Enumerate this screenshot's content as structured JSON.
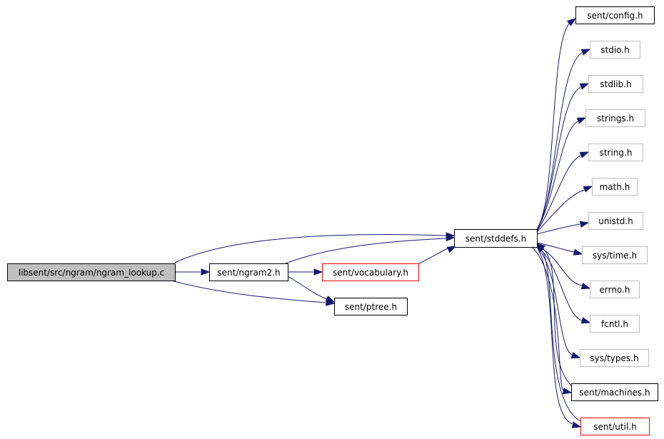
{
  "colors": {
    "edge": "#191970",
    "root_fill": "#bfbfbf",
    "border_documented": "#000000",
    "border_undocumented": "#bfbfbf",
    "border_truncated": "#ff0000"
  },
  "nodes": [
    {
      "id": "root",
      "label": "libsent/src/ngram/ngram_lookup.c",
      "kind": "root"
    },
    {
      "id": "ngram2",
      "label": "sent/ngram2.h",
      "kind": "documented"
    },
    {
      "id": "vocab",
      "label": "sent/vocabulary.h",
      "kind": "truncated"
    },
    {
      "id": "ptree",
      "label": "sent/ptree.h",
      "kind": "documented"
    },
    {
      "id": "stddefs",
      "label": "sent/stddefs.h",
      "kind": "documented"
    },
    {
      "id": "config",
      "label": "sent/config.h",
      "kind": "documented"
    },
    {
      "id": "stdio",
      "label": "stdio.h",
      "kind": "undocumented"
    },
    {
      "id": "stdlib",
      "label": "stdlib.h",
      "kind": "undocumented"
    },
    {
      "id": "strings",
      "label": "strings.h",
      "kind": "undocumented"
    },
    {
      "id": "string",
      "label": "string.h",
      "kind": "undocumented"
    },
    {
      "id": "math",
      "label": "math.h",
      "kind": "undocumented"
    },
    {
      "id": "unistd",
      "label": "unistd.h",
      "kind": "undocumented"
    },
    {
      "id": "systime",
      "label": "sys/time.h",
      "kind": "undocumented"
    },
    {
      "id": "errno",
      "label": "errno.h",
      "kind": "undocumented"
    },
    {
      "id": "fcntl",
      "label": "fcntl.h",
      "kind": "undocumented"
    },
    {
      "id": "systypes",
      "label": "sys/types.h",
      "kind": "undocumented"
    },
    {
      "id": "machines",
      "label": "sent/machines.h",
      "kind": "documented"
    },
    {
      "id": "util",
      "label": "sent/util.h",
      "kind": "truncated"
    }
  ],
  "edges": [
    {
      "from": "root",
      "to": "stddefs"
    },
    {
      "from": "root",
      "to": "ngram2"
    },
    {
      "from": "root",
      "to": "ptree"
    },
    {
      "from": "ngram2",
      "to": "stddefs"
    },
    {
      "from": "ngram2",
      "to": "vocab"
    },
    {
      "from": "ngram2",
      "to": "ptree"
    },
    {
      "from": "vocab",
      "to": "stddefs"
    },
    {
      "from": "stddefs",
      "to": "config"
    },
    {
      "from": "stddefs",
      "to": "stdio"
    },
    {
      "from": "stddefs",
      "to": "stdlib"
    },
    {
      "from": "stddefs",
      "to": "strings"
    },
    {
      "from": "stddefs",
      "to": "string"
    },
    {
      "from": "stddefs",
      "to": "math"
    },
    {
      "from": "stddefs",
      "to": "unistd"
    },
    {
      "from": "stddefs",
      "to": "systime"
    },
    {
      "from": "stddefs",
      "to": "errno"
    },
    {
      "from": "stddefs",
      "to": "fcntl"
    },
    {
      "from": "stddefs",
      "to": "systypes"
    },
    {
      "from": "stddefs",
      "to": "machines"
    },
    {
      "from": "stddefs",
      "to": "util"
    },
    {
      "from": "machines",
      "to": "stddefs"
    },
    {
      "from": "util",
      "to": "stddefs"
    }
  ]
}
